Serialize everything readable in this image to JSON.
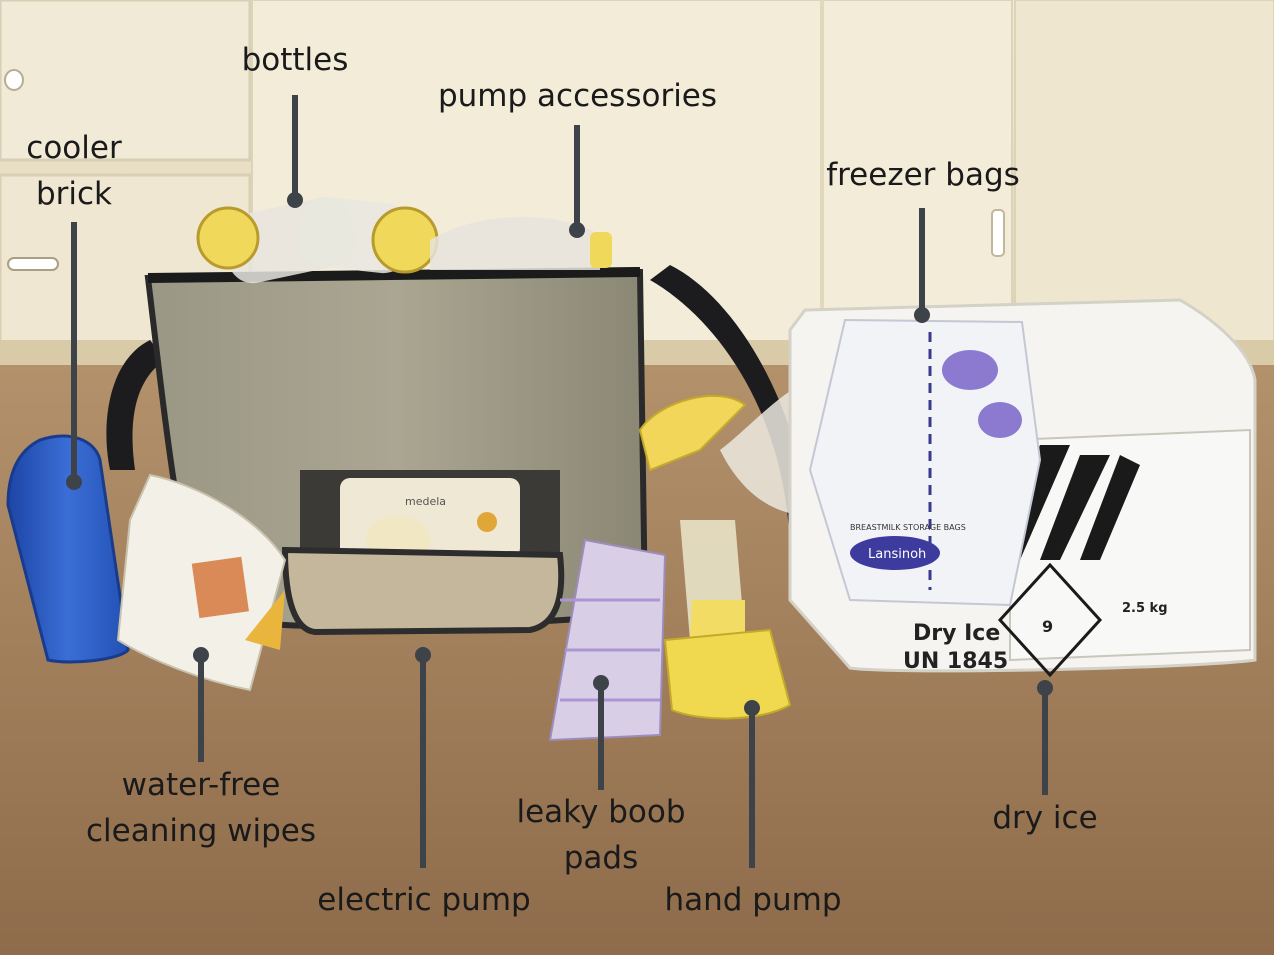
{
  "labels": {
    "bottles": "bottles",
    "pump_accessories": "pump accessories",
    "cooler_brick_line1": "cooler",
    "cooler_brick_line2": "brick",
    "freezer_bags": "freezer bags",
    "wipes_line1": "water-free",
    "wipes_line2": "cleaning wipes",
    "leaky_pads_line1": "leaky boob",
    "leaky_pads_line2": "pads",
    "electric_pump": "electric pump",
    "hand_pump": "hand pump",
    "dry_ice": "dry ice"
  },
  "product_text": {
    "pump_brand": "medela",
    "bag_brand": "Lansinoh",
    "bag_title": "BREASTMILK STORAGE BAGS",
    "box_line1": "Dry Ice",
    "box_line2": "UN 1845",
    "box_class": "9",
    "box_weight": "2.5 kg"
  },
  "colors": {
    "wall": "#eee6cf",
    "floor": "#a98460",
    "bag": "#9d9a86",
    "callout_line": "#3e4349",
    "cooler_brick": "#2f61c7",
    "pump_yellow": "#f3dc63",
    "styrofoam": "#f4f3ef"
  }
}
